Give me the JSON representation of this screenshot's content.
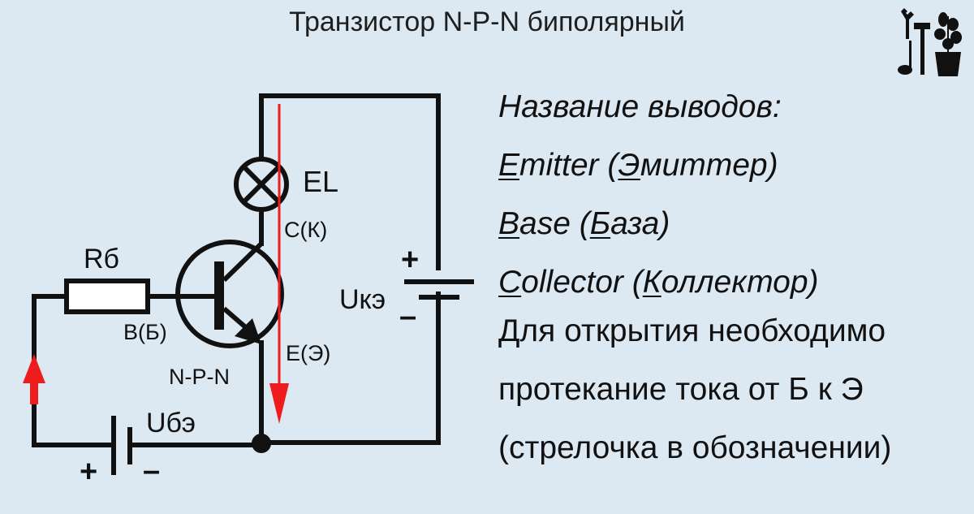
{
  "title": "Транзистор N-P-N биполярный",
  "logo": {
    "icons": [
      "wrench-icon",
      "hammer-icon",
      "music-note-icon",
      "potted-plant-icon"
    ]
  },
  "diagram": {
    "labels": {
      "lamp": "EL",
      "resistor": "Rб",
      "collector": "C(К)",
      "base": "B(Б)",
      "emitter": "E(Э)",
      "transistor_type": "N-P-N",
      "collector_supply": "Uкэ",
      "base_supply": "Uбэ",
      "plus": "+",
      "minus": "–"
    },
    "colors": {
      "wire": "#111111",
      "current_arrow": "#ee1c1c",
      "background": "#dde9f2"
    }
  },
  "pins": {
    "heading": "Название выводов:",
    "items": [
      {
        "initial": "E",
        "rest": "mitter (",
        "ru_initial": "Э",
        "ru_rest": "миттер)"
      },
      {
        "initial": "B",
        "rest": "ase (",
        "ru_initial": "Б",
        "ru_rest": "аза)"
      },
      {
        "initial": "C",
        "rest": "ollector (",
        "ru_initial": "К",
        "ru_rest": "оллектор)"
      }
    ]
  },
  "note": {
    "lines": [
      "Для открытия необходимо",
      "протекание тока от Б к Э",
      "(стрелочка в обозначении)"
    ]
  }
}
